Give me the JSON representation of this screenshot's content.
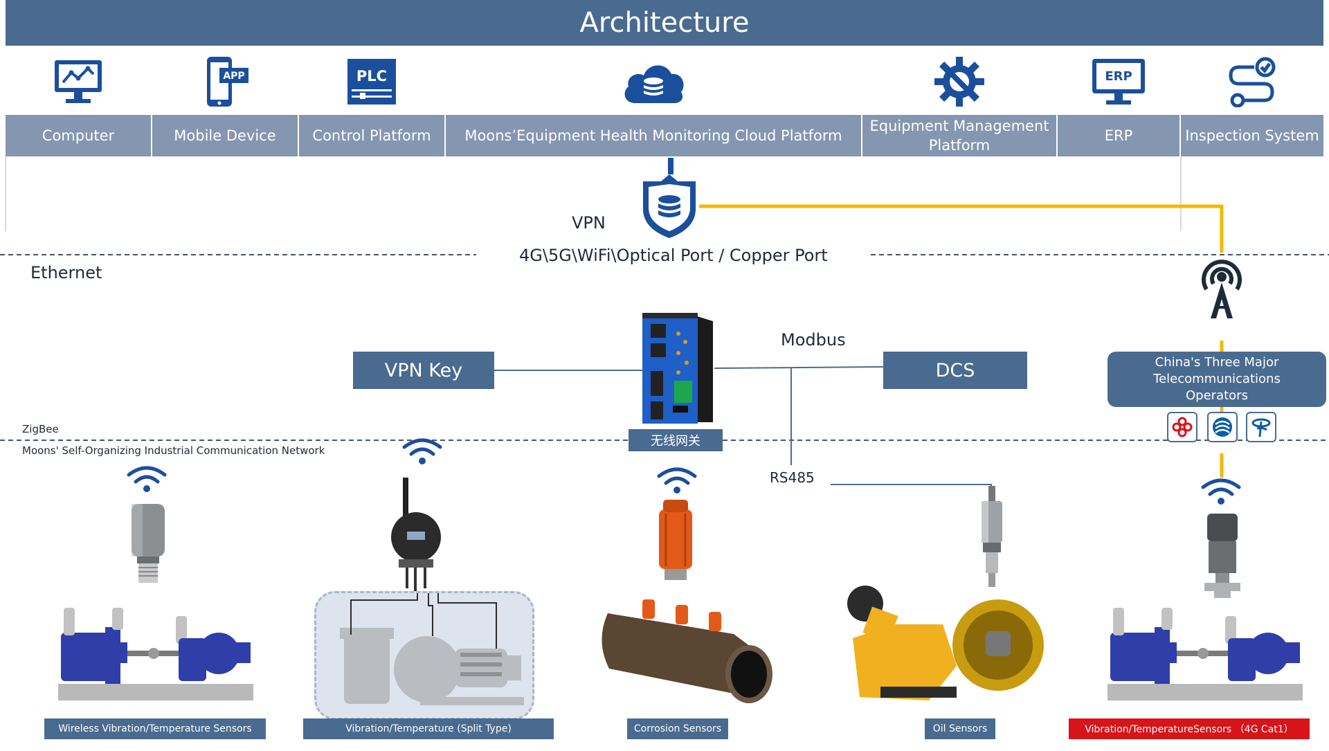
{
  "title": "Architecture",
  "platforms": [
    {
      "label": "Computer",
      "icon": "computer-monitor-icon"
    },
    {
      "label": "Mobile Device",
      "icon": "mobile-app-icon",
      "badge": "APP"
    },
    {
      "label": "Control Platform",
      "icon": "plc-icon",
      "badge": "PLC"
    },
    {
      "label": "Moons’Equipment Health Monitoring Cloud Platform",
      "icon": "cloud-database-icon"
    },
    {
      "label": "Equipment Management Platform",
      "icon": "gear-wrench-icon"
    },
    {
      "label": "ERP",
      "icon": "erp-monitor-icon",
      "badge": "ERP"
    },
    {
      "label": "Inspection System",
      "icon": "route-check-icon"
    }
  ],
  "network": {
    "vpn": "VPN",
    "uplink": "4G\\5G\\WiFi\\Optical Port / Copper Port",
    "ethernet": "Ethernet",
    "modbus": "Modbus",
    "rs485": "RS485",
    "zigbee": "ZigBee",
    "self_network": "Moons' Self-Organizing Industrial Communication Network"
  },
  "boxes": {
    "vpn_key": "VPN Key",
    "dcs": "DCS",
    "gateway": "无线网关",
    "operators": "China's Three Major Telecommunications Operators"
  },
  "sensors": [
    {
      "label": "Wireless Vibration/Temperature Sensors",
      "highlight": false
    },
    {
      "label": "Vibration/Temperature (Split Type)",
      "highlight": false
    },
    {
      "label": "Corrosion Sensors",
      "highlight": false
    },
    {
      "label": "Oil Sensors",
      "highlight": false
    },
    {
      "label": "Vibration/TemperatureSensors （4G Cat1）",
      "highlight": true
    }
  ],
  "colors": {
    "header": "#4a6b90",
    "label_bar": "#8496b0",
    "icon_blue": "#1b4f9c",
    "link_yellow": "#f5b800",
    "highlight_red": "#d7141a"
  }
}
